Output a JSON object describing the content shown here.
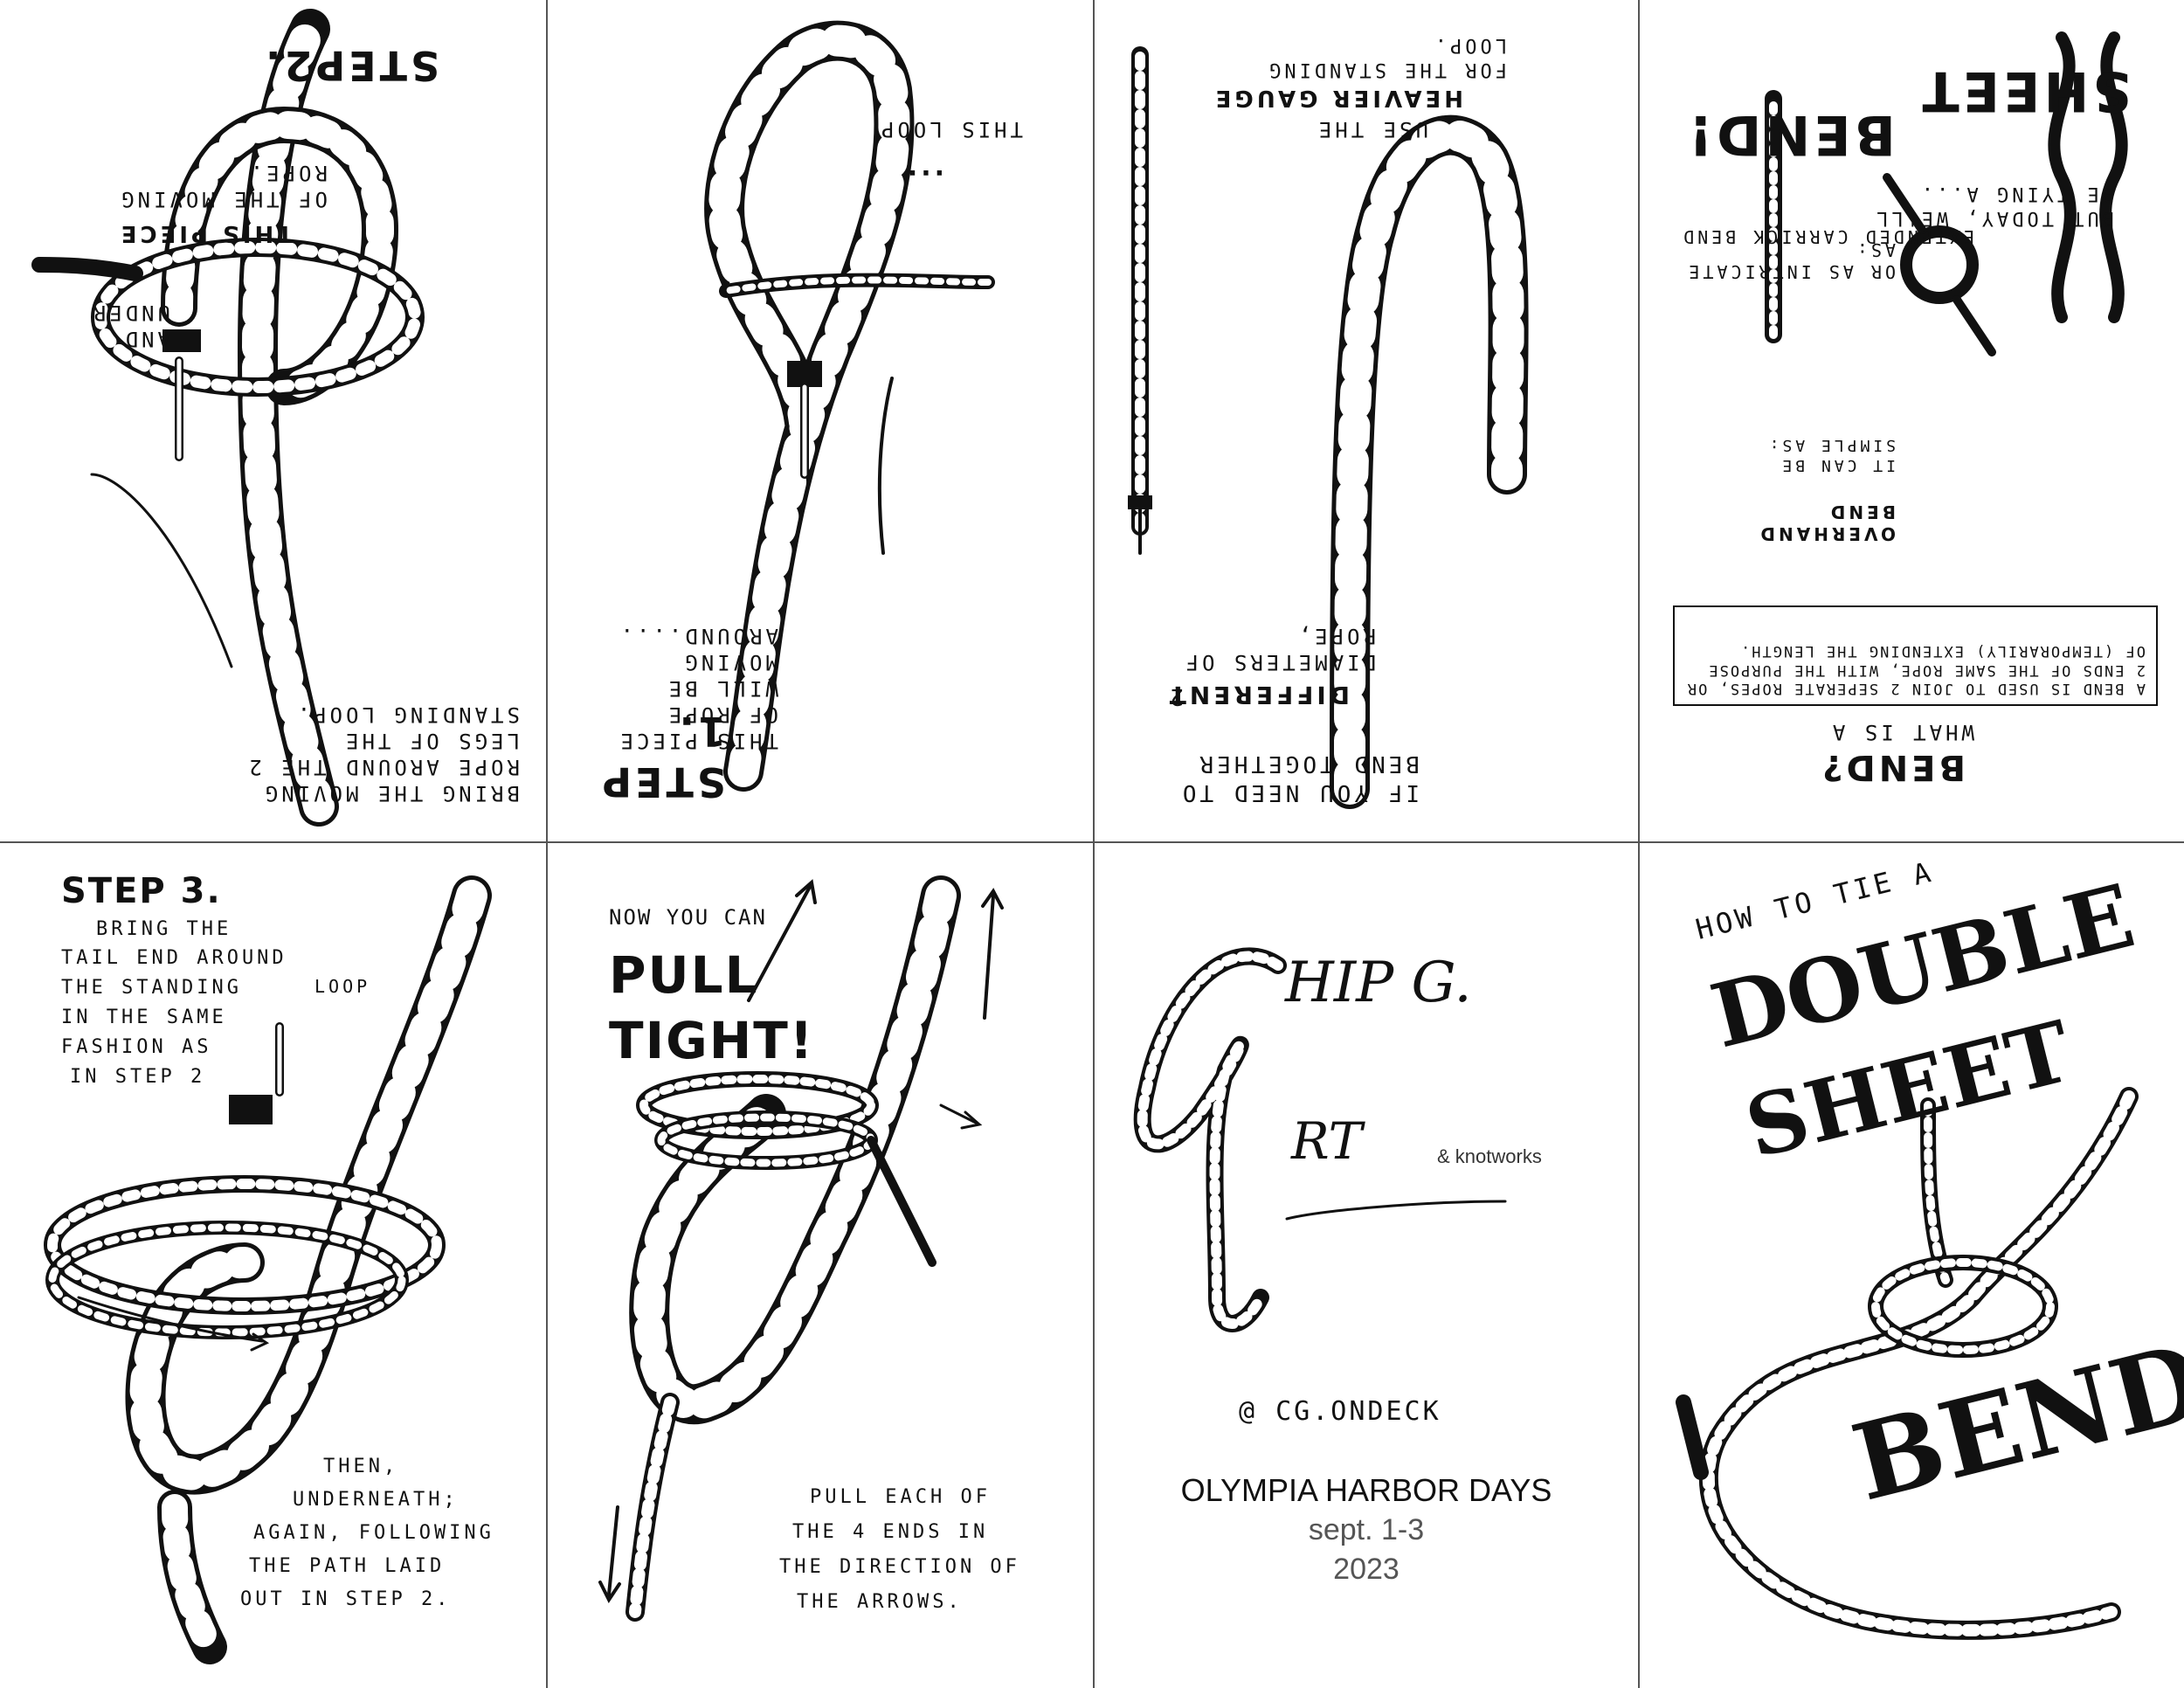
{
  "panels": {
    "step2": {
      "title": "STEP2.",
      "and_under": "AND UNDER",
      "this_piece": "THIS PIECE",
      "of_moving": "OF THE MOVING ROPE.",
      "bring": "BRING THE MOVING ROPE AROUND THE 2 LEGS OF THE STANDING LOOP."
    },
    "step1": {
      "title": "STEP 1.",
      "this_loop": "THIS LOOP",
      "dots": "...",
      "desc": "THIS PIECE OF ROPE will be moving around...."
    },
    "intro": {
      "use_the": "USE THE",
      "heavier": "HEAVIER GAUGE",
      "standing": "FOR THE STANDING LOOP.",
      "if_you": "IF YOU NEED TO BEND TOGETHER",
      "two": "2",
      "different": "DIFFERENT",
      "diameters": "DIAMETERS OF ROPE,"
    },
    "sheet": {
      "title_a": "SHEET",
      "title_b": "BEND!",
      "today": "BUT TODAY, WE'LL BE TYING A...",
      "intricate": "OR AS INTRICATE AS:",
      "carrick": "EXTENDED CARRICK BEND",
      "simple": "IT CAN BE SIMPLE AS:",
      "overhand": "OVERHAND BEND",
      "box": "A BEND IS USED TO JOIN 2 SEPERATE ROPES, OR 2 ENDS OF THE SAME ROPE, WITH THE PURPOSE OF (TEMPORARILY) EXTENDING THE LENGTH.",
      "what": "WHAT IS A",
      "bend_q": "BEND?"
    },
    "step3": {
      "title": "STEP 3.",
      "line1": "BRING THE",
      "line2": "TAIL END AROUND",
      "line3": "THE STANDING",
      "loop": "LOOP",
      "line4": "IN THE SAME",
      "line5": "FASHION AS",
      "line6": "IN STEP 2",
      "then1": "THEN,",
      "then2": "UNDERNEATH;",
      "then3": "AGAIN, FOLLOWING",
      "then4": "THE PATH LAID",
      "then5": "OUT IN STEP 2."
    },
    "pull": {
      "now": "NOW YOU CAN",
      "pull": "PULL",
      "tight": "TIGHT!",
      "p1": "PULL EACH OF",
      "p2": "THE 4 ENDS IN",
      "p3": "THE DIRECTION OF",
      "p4": "THE ARROWS."
    },
    "brand": {
      "hip": "HIP G.",
      "rt": "RT",
      "knot": "& knotworks",
      "handle": "@ CG.ONDECK",
      "event": "OLYMPIA HARBOR DAYS",
      "dates": "sept. 1-3",
      "year": "2023"
    },
    "cover": {
      "how": "HOW TO TIE A",
      "double": "DOUBLE",
      "sheet": "SHEET",
      "bend": "BEND"
    }
  }
}
